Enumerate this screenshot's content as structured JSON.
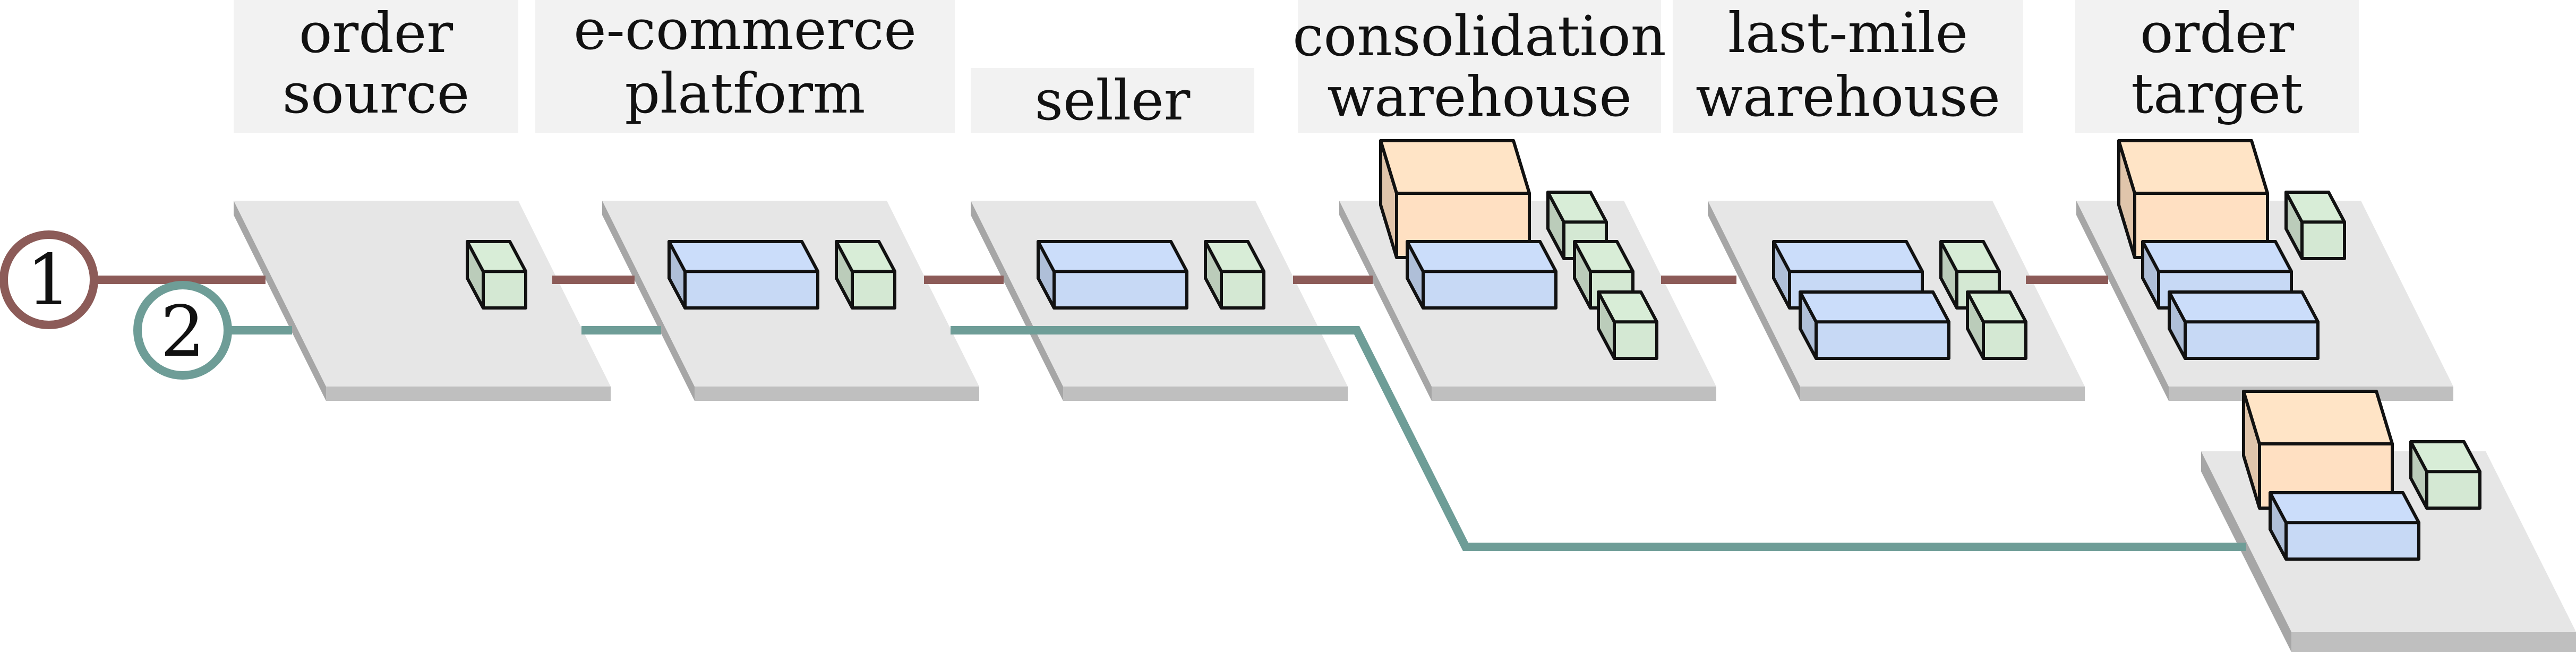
{
  "stages": [
    {
      "label_lines": [
        "order",
        "source"
      ]
    },
    {
      "label_lines": [
        "e-commerce",
        "platform"
      ]
    },
    {
      "label_lines": [
        "seller"
      ]
    },
    {
      "label_lines": [
        "consolidation",
        "warehouse"
      ]
    },
    {
      "label_lines": [
        "last-mile",
        "warehouse"
      ]
    },
    {
      "label_lines": [
        "order",
        "target"
      ]
    }
  ],
  "routes": [
    {
      "number": "1",
      "color": "#8c5b58"
    },
    {
      "number": "2",
      "color": "#6e9d97"
    }
  ],
  "colors": {
    "label_box": "#f2f2f2",
    "platform_top": "#e6e6e6",
    "platform_front": "#bfbfbf",
    "platform_side": "#a6a6a6",
    "box_orange": "#ffe0c2",
    "box_blue": "#c7d9f5",
    "box_green": "#d4e8d3",
    "outline": "#111111"
  }
}
